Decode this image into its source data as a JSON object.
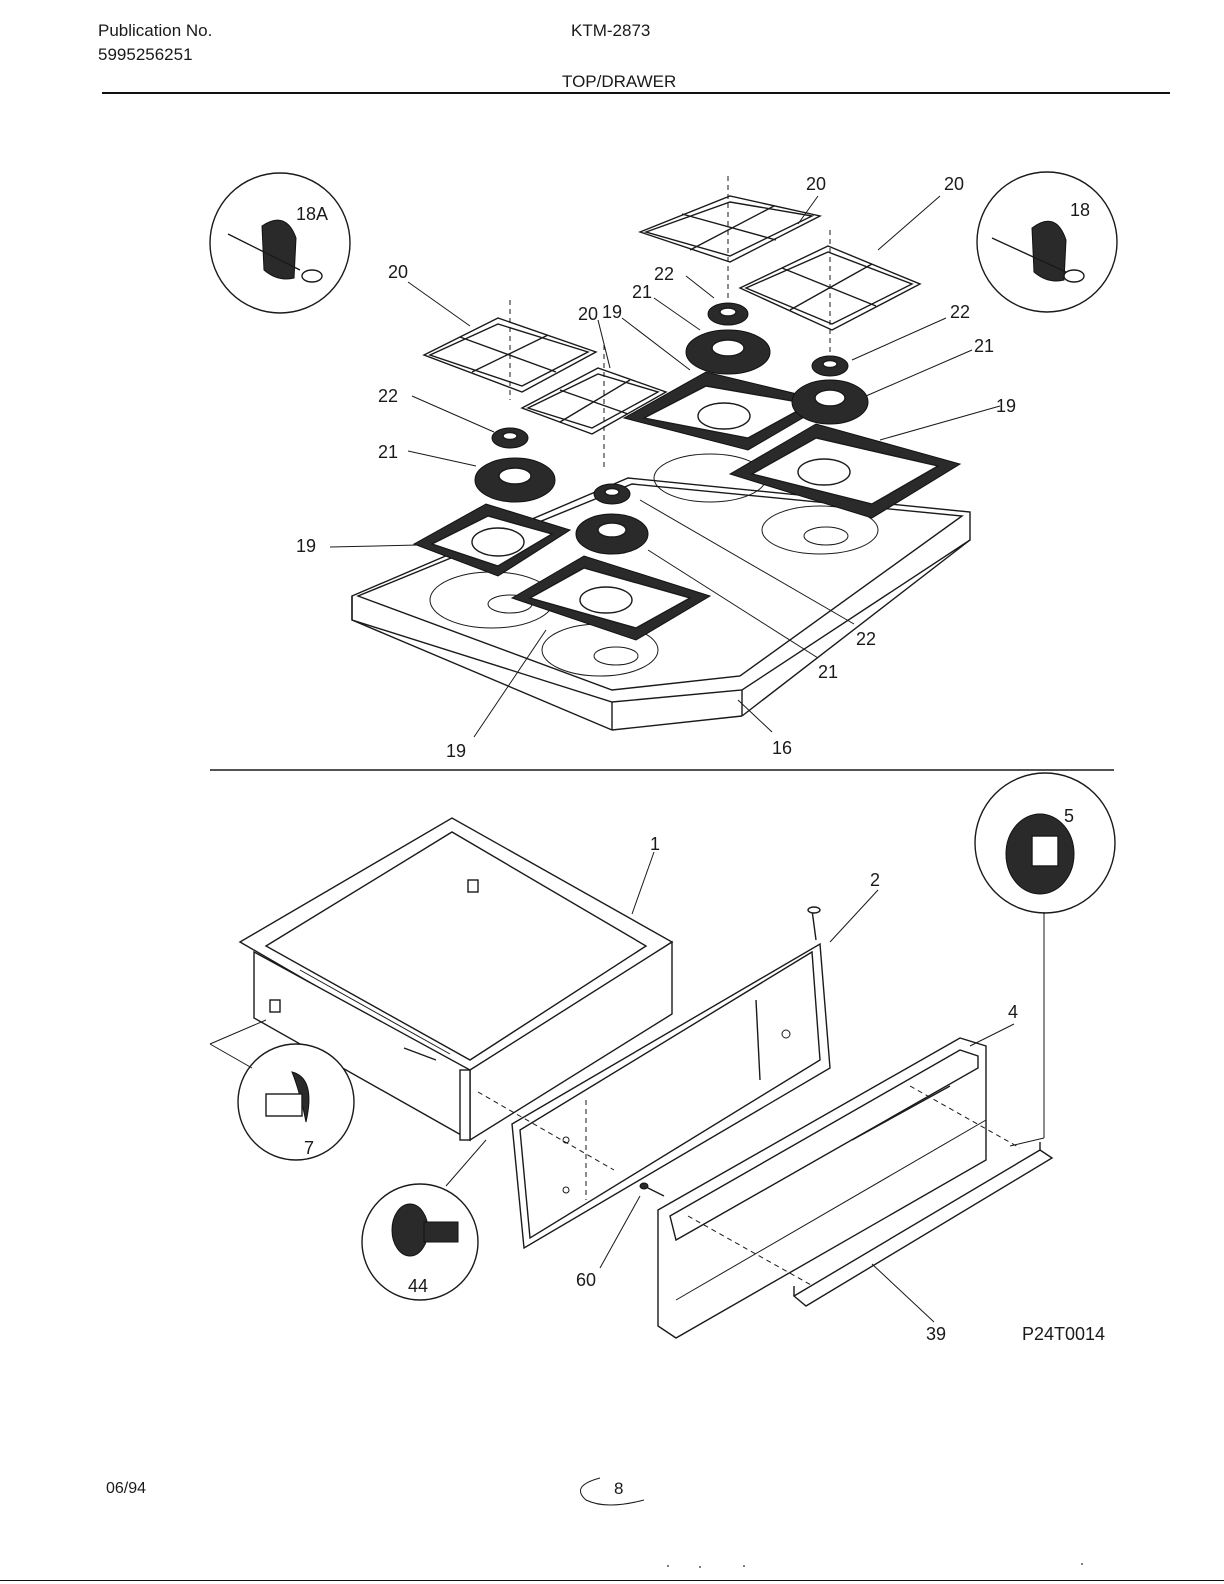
{
  "header": {
    "publication_label": "Publication No.",
    "publication_number": "5995256251",
    "model": "KTM-2873",
    "section_title": "TOP/DRAWER"
  },
  "top_callouts": {
    "c18a": "18A",
    "c18": "18",
    "c20a": "20",
    "c20b": "20",
    "c20c": "20",
    "c20d": "20",
    "c19a": "19",
    "c19b": "19",
    "c19c": "19",
    "c19d": "19",
    "c21a": "21",
    "c21b": "21",
    "c21c": "21",
    "c21d": "21",
    "c22a": "22",
    "c22b": "22",
    "c22c": "22",
    "c22d": "22",
    "c16": "16"
  },
  "bottom_callouts": {
    "c1": "1",
    "c2": "2",
    "c4": "4",
    "c5": "5",
    "c7": "7",
    "c44": "44",
    "c60": "60",
    "c39": "39"
  },
  "figure_code": "P24T0014",
  "footer": {
    "date": "06/94",
    "page": "8"
  }
}
